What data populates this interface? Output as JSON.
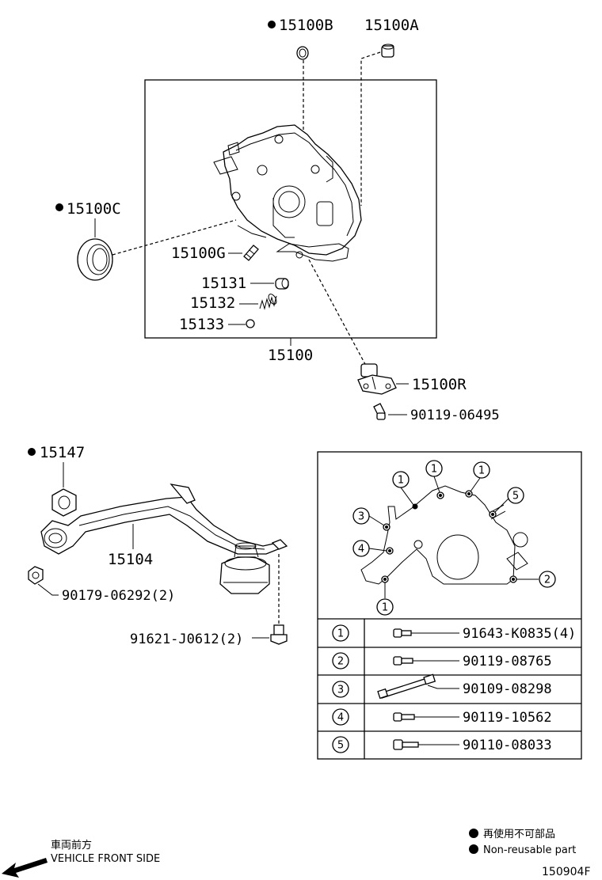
{
  "main_group": {
    "p15100B": "15100B",
    "p15100A": "15100A",
    "p15100C": "15100C",
    "p15100G": "15100G",
    "p15131": "15131",
    "p15132": "15132",
    "p15133": "15133",
    "p15100": "15100",
    "p15100R": "15100R",
    "p90119_06495": "90119-06495"
  },
  "strainer_group": {
    "p15147": "15147",
    "p15104": "15104",
    "p90179": "90179-06292(2)",
    "p91621": "91621-J0612(2)"
  },
  "locator": {
    "callouts": [
      "1",
      "1",
      "1",
      "5",
      "3",
      "4",
      "2",
      "1"
    ]
  },
  "bolt_table": {
    "rows": [
      {
        "num": "1",
        "part": "91643-K0835(4)"
      },
      {
        "num": "2",
        "part": "90119-08765"
      },
      {
        "num": "3",
        "part": "90109-08298"
      },
      {
        "num": "4",
        "part": "90119-10562"
      },
      {
        "num": "5",
        "part": "90110-08033"
      }
    ]
  },
  "footer": {
    "front_jp": "車両前方",
    "front_en": "VEHICLE FRONT SIDE",
    "legend_jp": "再使用不可部品",
    "legend_en": "Non-reusable part",
    "code": "150904F"
  },
  "colors": {
    "ink": "#000000",
    "paper": "#ffffff"
  }
}
